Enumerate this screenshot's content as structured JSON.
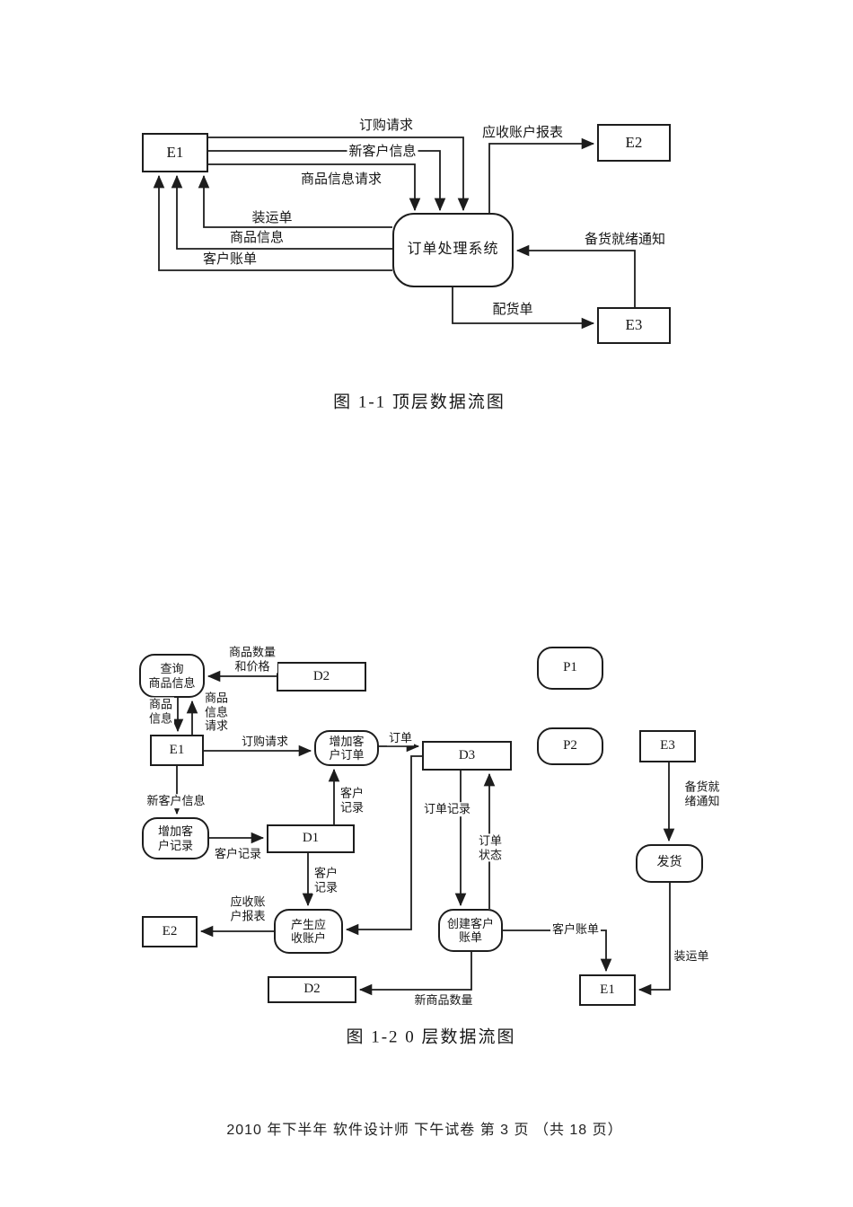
{
  "figure1": {
    "caption": "图 1-1   顶层数据流图",
    "nodes": {
      "e1": "E1",
      "e2": "E2",
      "e3": "E3",
      "system": "订单处理系统"
    },
    "flows": {
      "order_request": "订购请求",
      "new_customer_info": "新客户信息",
      "product_info_request": "商品信息请求",
      "shipping_order": "装运单",
      "product_info": "商品信息",
      "customer_bill": "客户账单",
      "ar_report": "应收账户报表",
      "stock_ready_notice": "备货就绪通知",
      "delivery_order": "配货单"
    }
  },
  "figure2": {
    "caption": "图 1-2   0 层数据流图",
    "nodes": {
      "query_product_info": [
        "查询",
        "商品信息"
      ],
      "d2_top": "D2",
      "p1": "P1",
      "e1_left": "E1",
      "add_customer_order": [
        "增加客",
        "户订单"
      ],
      "d3": "D3",
      "p2": "P2",
      "e3": "E3",
      "add_customer_record": [
        "增加客",
        "户记录"
      ],
      "d1": "D1",
      "ship": "发货",
      "gen_accounts_receivable": [
        "产生应",
        "收账户"
      ],
      "e2": "E2",
      "create_customer_bill": [
        "创建客户",
        "账单"
      ],
      "e1_bottom": "E1",
      "d2_bottom": "D2"
    },
    "flows": {
      "product_qty_price": [
        "商品数量",
        "和价格"
      ],
      "product_info": [
        "商品",
        "信息"
      ],
      "product_info_request": [
        "商品",
        "信息",
        "请求"
      ],
      "order_request": "订购请求",
      "order": "订单",
      "customer_record_up": [
        "客户",
        "记录"
      ],
      "new_customer_info": "新客户信息",
      "customer_record_right": "客户记录",
      "customer_record_down": [
        "客户",
        "记录"
      ],
      "ar_report": [
        "应收账",
        "户报表"
      ],
      "order_record": "订单记录",
      "order_status": [
        "订单",
        "状态"
      ],
      "customer_bill": "客户账单",
      "stock_ready_notice": [
        "备货就",
        "绪通知"
      ],
      "shipping_order": "装运单",
      "new_product_qty": "新商品数量"
    }
  },
  "footer": "2010 年下半年  软件设计师  下午试卷  第 3 页  （共 18 页）"
}
